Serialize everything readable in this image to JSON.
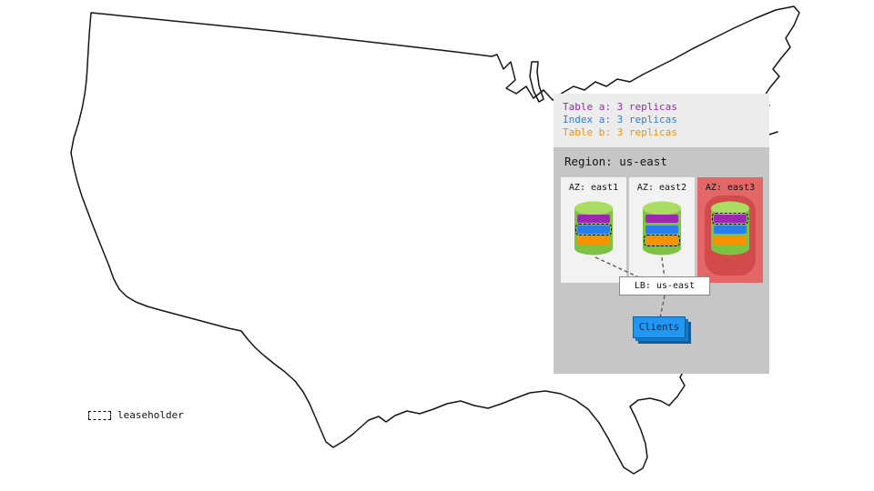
{
  "map": {
    "name": "united-states-outline"
  },
  "legend": {
    "items": [
      {
        "id": "table-a",
        "label": "Table a: 3 replicas",
        "color": "#9c27b0"
      },
      {
        "id": "index-a",
        "label": "Index a: 3 replicas",
        "color": "#2b7de9"
      },
      {
        "id": "table-b",
        "label": "Table b: 3 replicas",
        "color": "#f59300"
      }
    ]
  },
  "region": {
    "title": "Region: us-east",
    "load_balancer": "LB: us-east",
    "clients": "Clients",
    "azs": [
      {
        "label": "AZ: east1",
        "status": "normal",
        "replicas": [
          {
            "of": "Table a",
            "color": "#9c27b0",
            "leaseholder": false
          },
          {
            "of": "Index a",
            "color": "#2b7de9",
            "leaseholder": true
          },
          {
            "of": "Table b",
            "color": "#f59300",
            "leaseholder": false
          }
        ]
      },
      {
        "label": "AZ: east2",
        "status": "normal",
        "replicas": [
          {
            "of": "Table a",
            "color": "#9c27b0",
            "leaseholder": false
          },
          {
            "of": "Index a",
            "color": "#2b7de9",
            "leaseholder": false
          },
          {
            "of": "Table b",
            "color": "#f59300",
            "leaseholder": true
          }
        ]
      },
      {
        "label": "AZ: east3",
        "status": "highlighted-red",
        "replicas": [
          {
            "of": "Table a",
            "color": "#9c27b0",
            "leaseholder": true
          },
          {
            "of": "Index a",
            "color": "#2b7de9",
            "leaseholder": false
          },
          {
            "of": "Table b",
            "color": "#f59300",
            "leaseholder": false
          }
        ]
      }
    ]
  },
  "map_legend": {
    "leaseholder": "leaseholder"
  },
  "colors": {
    "cylinder_green": "#7dc242",
    "cylinder_green_top": "#aadb63",
    "az_panel": "#f2f2f2",
    "az_highlight": "#e46767",
    "az_highlight_inner": "#d34a4a",
    "region_panel": "#c6c6c6",
    "legend_panel": "#ececec",
    "clients_blue": "#2196f3"
  }
}
